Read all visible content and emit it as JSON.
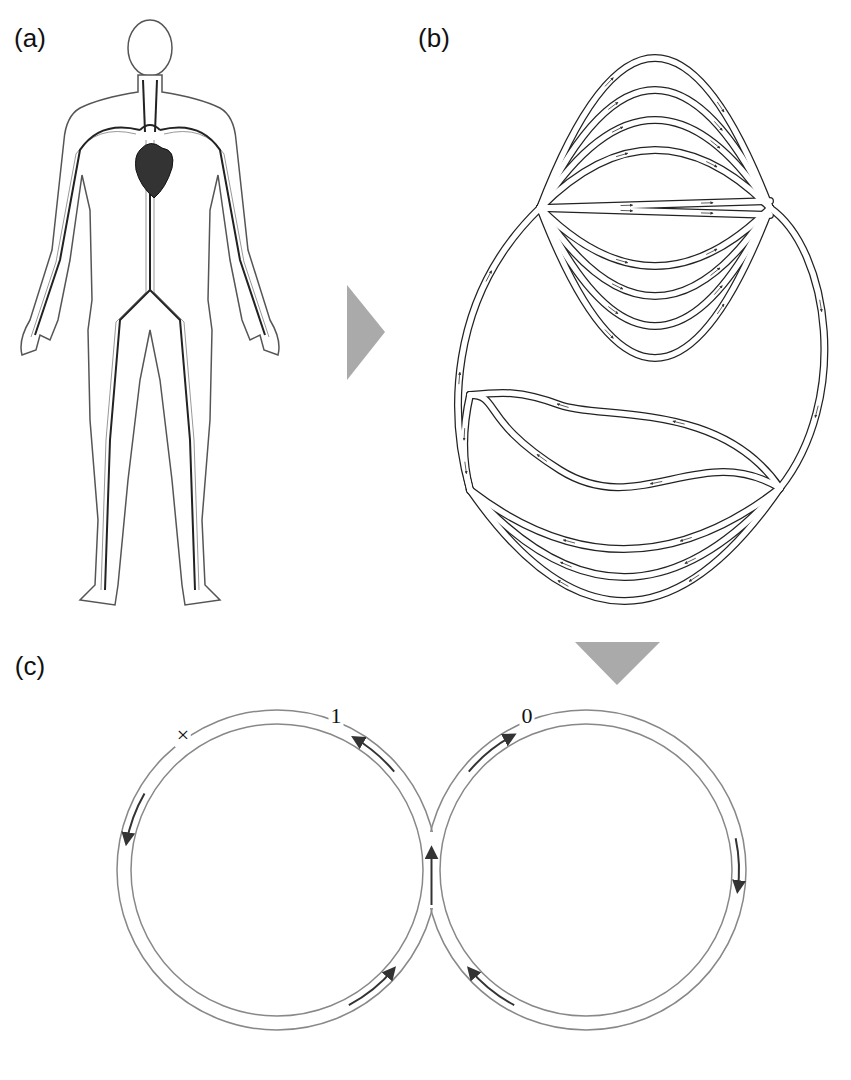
{
  "diagram": {
    "labels": [
      "(a)",
      "(b)",
      "(c)",
      "1",
      "0",
      "×"
    ]
  }
}
